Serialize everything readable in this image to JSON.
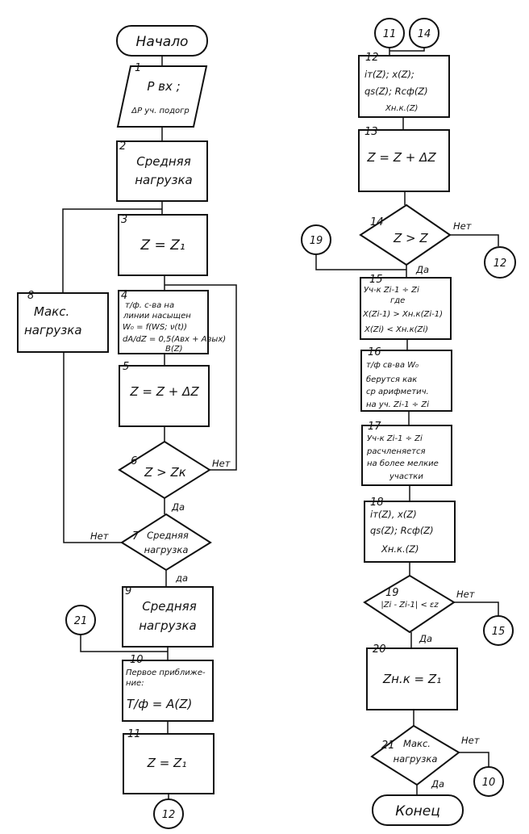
{
  "title": "Flowchart of load calculation algorithm",
  "terminals": {
    "start": "Начало",
    "end": "Конец"
  },
  "branch_labels": {
    "yes": "Да",
    "yes_lower": "да",
    "no": "Нет"
  },
  "blocks": [
    {
      "id": "1",
      "type": "io",
      "lines": [
        "P вх ;",
        "ΔP уч. подогр"
      ]
    },
    {
      "id": "2",
      "type": "process",
      "lines": [
        "Средняя",
        "нагрузка"
      ]
    },
    {
      "id": "3",
      "type": "process",
      "lines": [
        "Z = Z₁"
      ]
    },
    {
      "id": "4",
      "type": "process",
      "lines": [
        "т/ф. с-ва на",
        "линии насыщен",
        "W₀ = f(WS; ν(t))",
        "dA/dZ = 0,5(Aвх + Aвых)",
        "B(Z)"
      ]
    },
    {
      "id": "5",
      "type": "process",
      "lines": [
        "Z = Z + ΔZ"
      ]
    },
    {
      "id": "6",
      "type": "decision",
      "lines": [
        "Z > Zк"
      ]
    },
    {
      "id": "7",
      "type": "decision",
      "lines": [
        "Средняя",
        "нагрузка"
      ]
    },
    {
      "id": "8",
      "type": "process",
      "lines": [
        "Макс.",
        "нагрузка"
      ]
    },
    {
      "id": "9",
      "type": "process",
      "lines": [
        "Средняя",
        "нагрузка"
      ]
    },
    {
      "id": "10",
      "type": "process",
      "lines": [
        "Первое приближе-",
        "ние:",
        "T/ф = A(Z)"
      ]
    },
    {
      "id": "11",
      "type": "process",
      "lines": [
        "Z = Z₁"
      ]
    },
    {
      "id": "12",
      "type": "process",
      "lines": [
        "iт(Z); x(Z);",
        "qs(Z); Rсф(Z)",
        "Xн.к.(Z)"
      ]
    },
    {
      "id": "13",
      "type": "process",
      "lines": [
        "Z = Z + ΔZ"
      ]
    },
    {
      "id": "14",
      "type": "decision",
      "lines": [
        "Z > Z"
      ]
    },
    {
      "id": "15",
      "type": "process",
      "lines": [
        "Уч-к Zi-1 ÷ Zi",
        "где",
        "X(Zi-1) > Xн.к(Zi-1)",
        "X(Zi) < Xн.к(Zi)"
      ]
    },
    {
      "id": "16",
      "type": "process",
      "lines": [
        "т/ф св-ва W₀",
        "берутся как",
        "ср арифметич.",
        "на уч. Zi-1 ÷ Zi"
      ]
    },
    {
      "id": "17",
      "type": "process",
      "lines": [
        "Уч-к Zi-1 ÷ Zi",
        "расчленяется",
        "на более мелкие",
        "участки"
      ]
    },
    {
      "id": "18",
      "type": "process",
      "lines": [
        "iт(Z), x(Z)",
        "qs(Z); Rсф(Z)",
        "Xн.к.(Z)"
      ]
    },
    {
      "id": "19",
      "type": "decision",
      "lines": [
        "|Zi - Zi-1| < εz"
      ]
    },
    {
      "id": "20",
      "type": "process",
      "lines": [
        "Zн.к = Z₁"
      ]
    },
    {
      "id": "21",
      "type": "decision",
      "lines": [
        "Макс.",
        "нагрузка"
      ]
    }
  ],
  "connectors": {
    "c21": "21",
    "c12_bottom": "12",
    "c11": "11",
    "c14": "14",
    "c19": "19",
    "c12_right": "12",
    "c15": "15",
    "c10": "10"
  }
}
